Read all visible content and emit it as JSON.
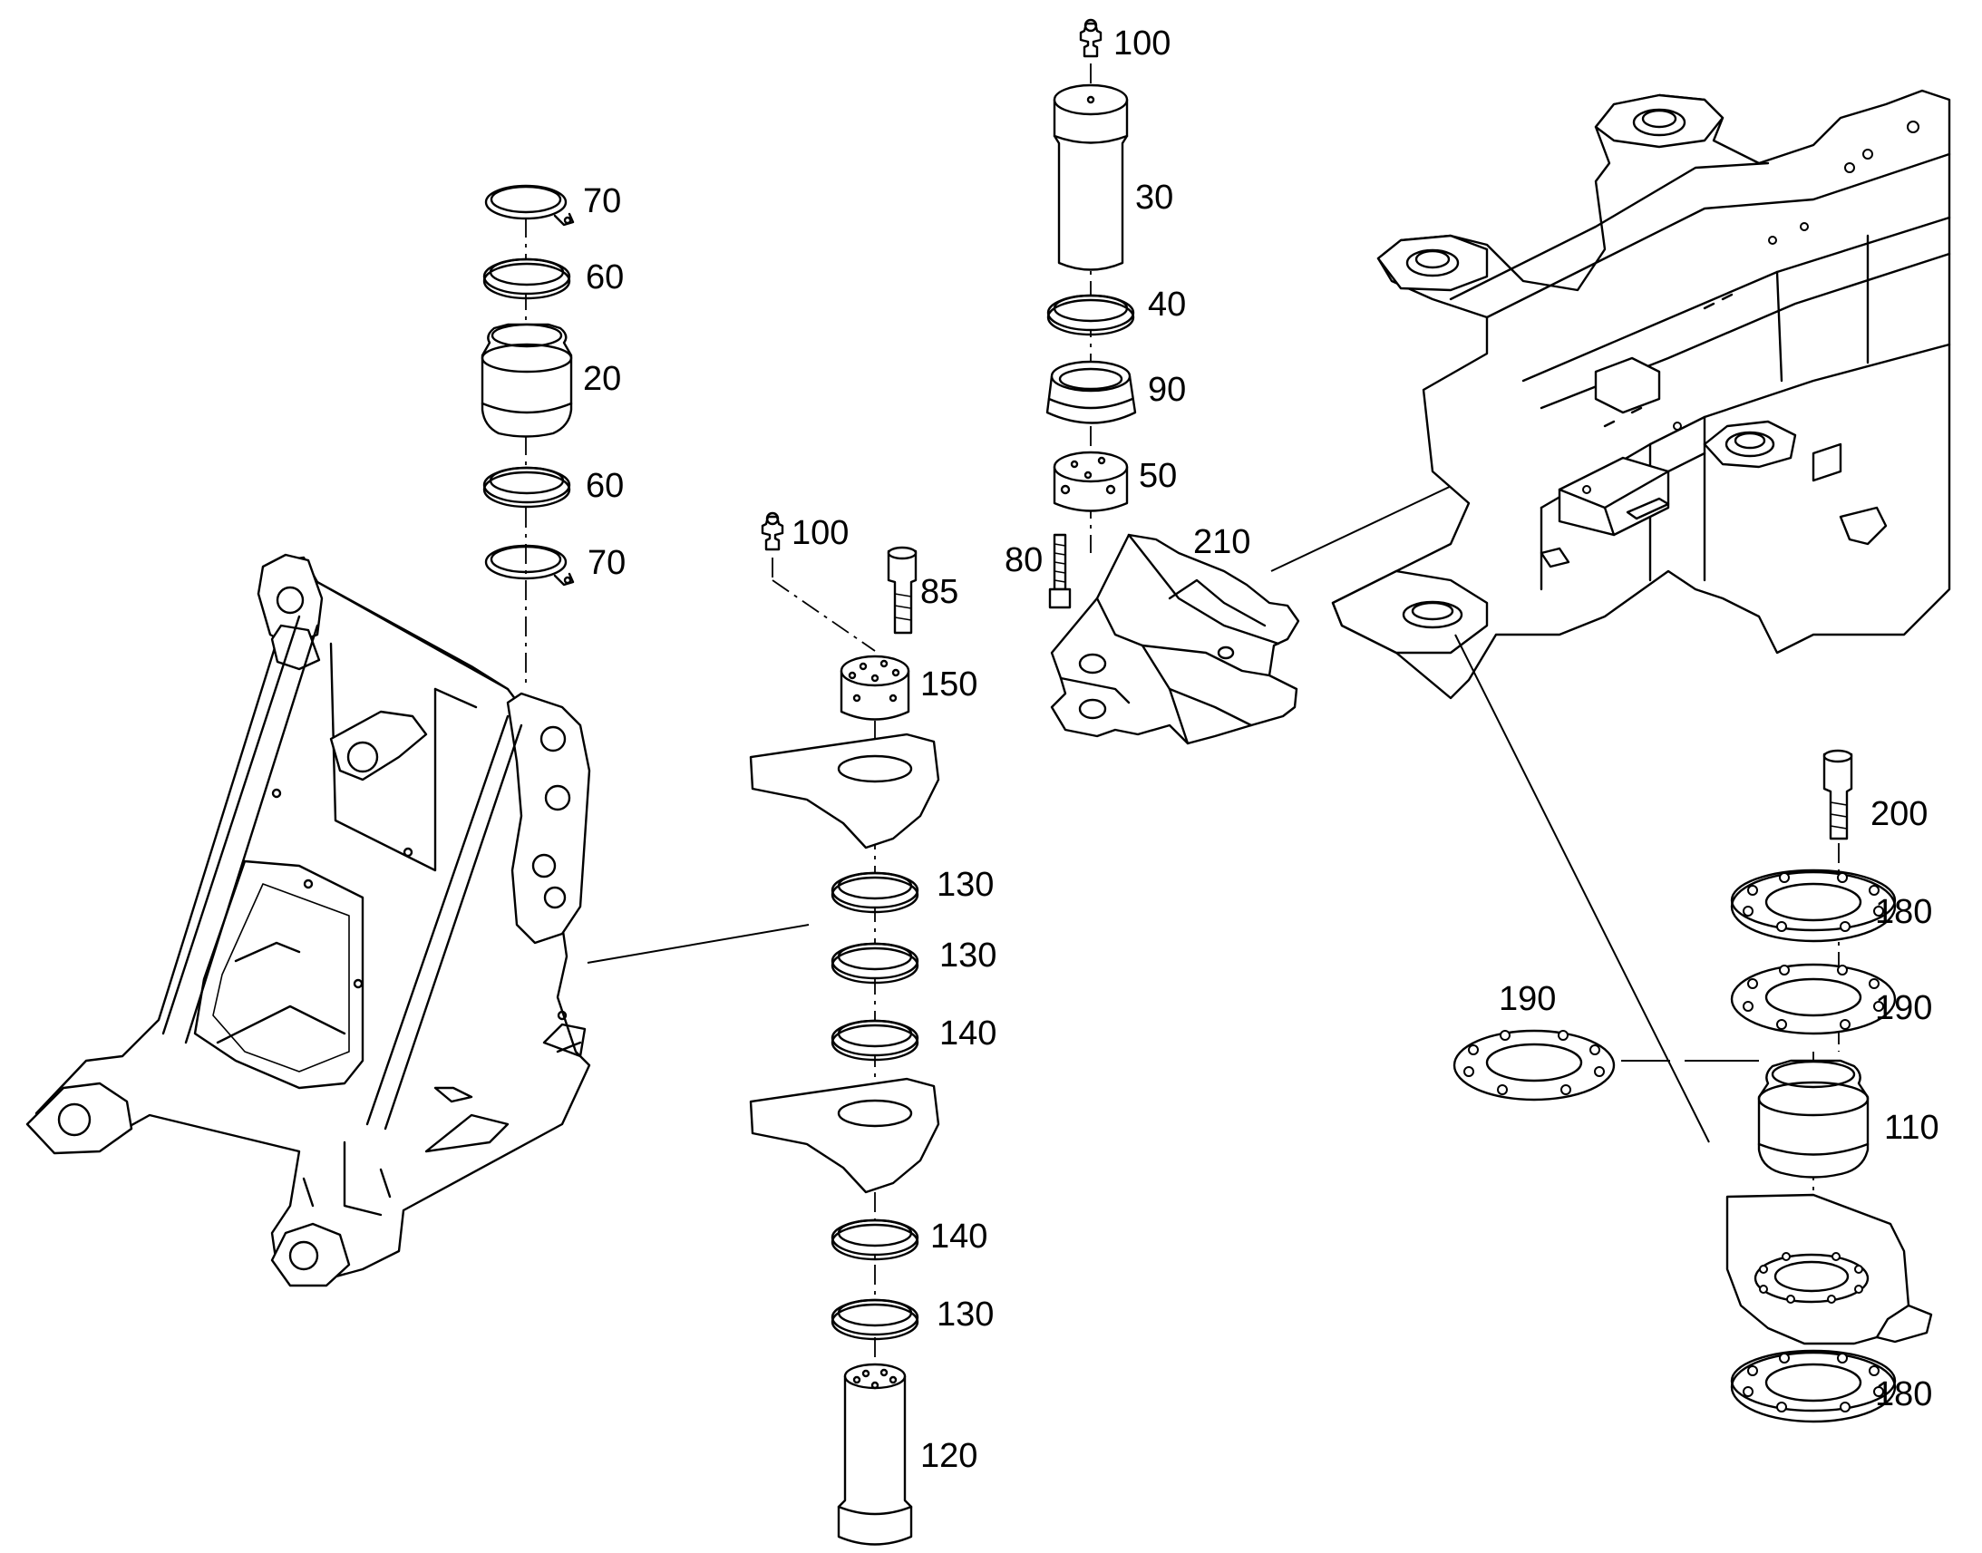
{
  "diagram": {
    "callouts": [
      {
        "id": "c1",
        "label": "100"
      },
      {
        "id": "c2",
        "label": "30"
      },
      {
        "id": "c3",
        "label": "40"
      },
      {
        "id": "c4",
        "label": "90"
      },
      {
        "id": "c5",
        "label": "50"
      },
      {
        "id": "c6",
        "label": "80"
      },
      {
        "id": "c7",
        "label": "210"
      },
      {
        "id": "c8",
        "label": "70"
      },
      {
        "id": "c9",
        "label": "60"
      },
      {
        "id": "c10",
        "label": "20"
      },
      {
        "id": "c11",
        "label": "60"
      },
      {
        "id": "c12",
        "label": "70"
      },
      {
        "id": "c13",
        "label": "100"
      },
      {
        "id": "c14",
        "label": "85"
      },
      {
        "id": "c15",
        "label": "150"
      },
      {
        "id": "c16",
        "label": "130"
      },
      {
        "id": "c17",
        "label": "130"
      },
      {
        "id": "c18",
        "label": "140"
      },
      {
        "id": "c19",
        "label": "140"
      },
      {
        "id": "c20",
        "label": "130"
      },
      {
        "id": "c21",
        "label": "120"
      },
      {
        "id": "c22",
        "label": "200"
      },
      {
        "id": "c23",
        "label": "180"
      },
      {
        "id": "c24",
        "label": "190"
      },
      {
        "id": "c25",
        "label": "190"
      },
      {
        "id": "c26",
        "label": "110"
      },
      {
        "id": "c27",
        "label": "180"
      }
    ]
  }
}
